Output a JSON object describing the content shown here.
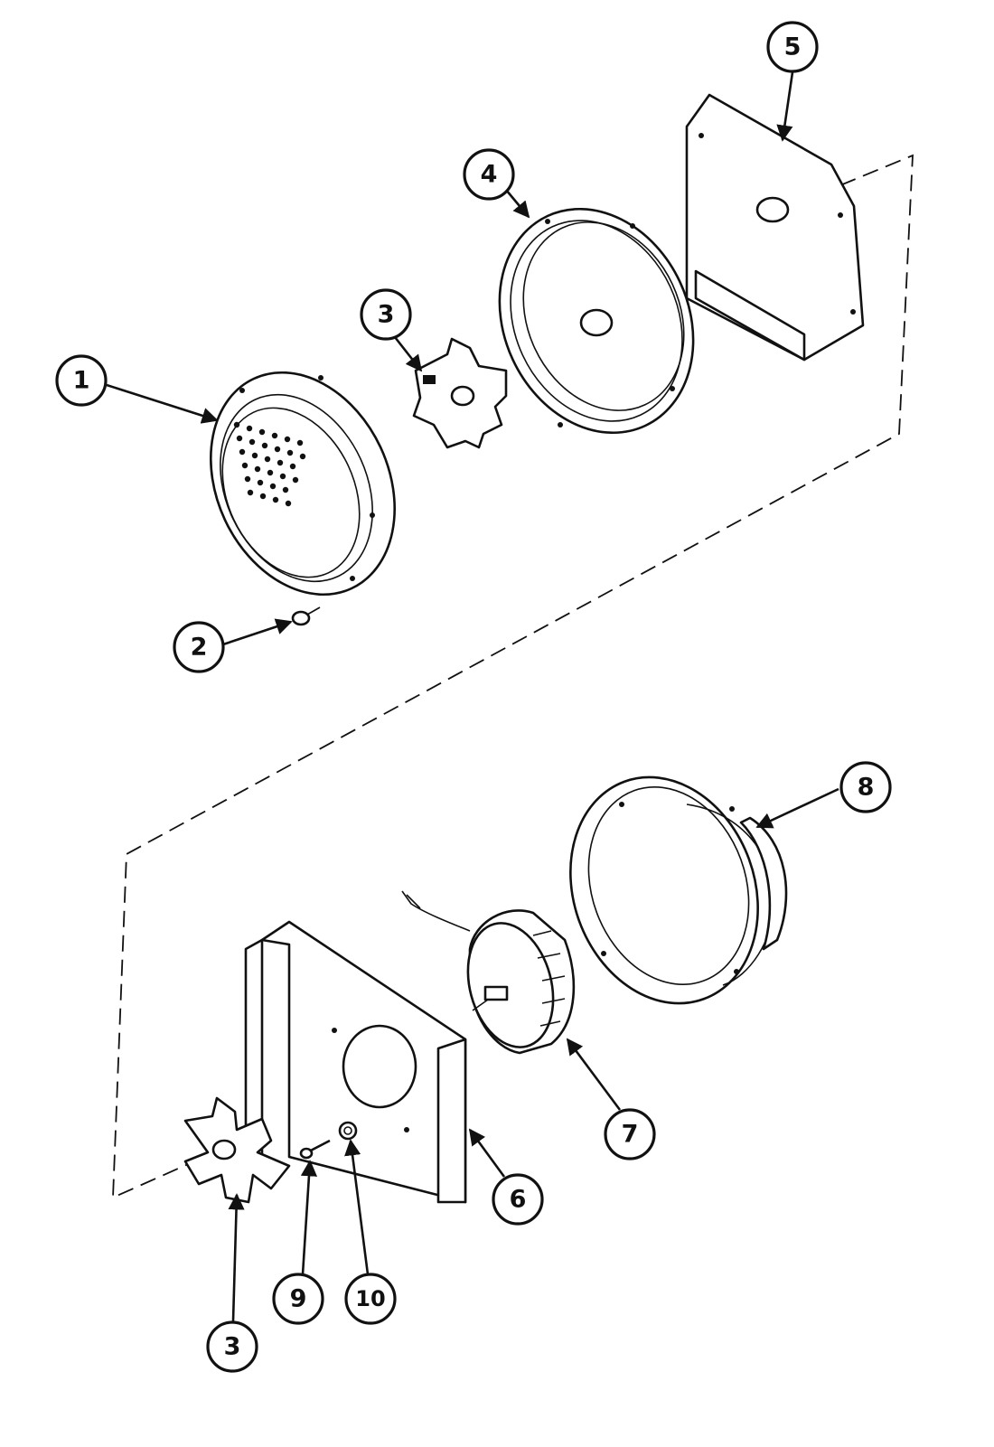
{
  "diagram": {
    "callouts": [
      {
        "id": "c1",
        "label": "1"
      },
      {
        "id": "c2",
        "label": "2"
      },
      {
        "id": "c3a",
        "label": "3"
      },
      {
        "id": "c4",
        "label": "4"
      },
      {
        "id": "c5",
        "label": "5"
      },
      {
        "id": "c8",
        "label": "8"
      },
      {
        "id": "c7",
        "label": "7"
      },
      {
        "id": "c6",
        "label": "6"
      },
      {
        "id": "c9",
        "label": "9"
      },
      {
        "id": "c10",
        "label": "10"
      },
      {
        "id": "c3b",
        "label": "3"
      }
    ]
  }
}
